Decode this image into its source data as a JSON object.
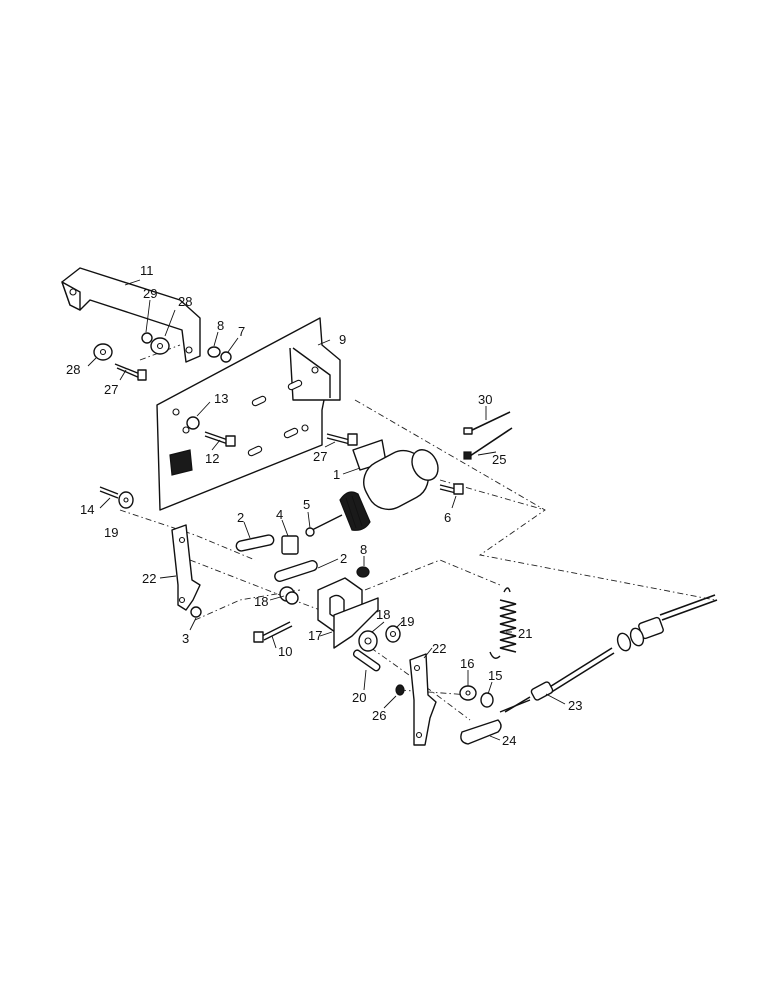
{
  "callouts": [
    {
      "id": "c11",
      "text": "11"
    },
    {
      "id": "c29",
      "text": "29"
    },
    {
      "id": "c28a",
      "text": "28"
    },
    {
      "id": "c28b",
      "text": "28"
    },
    {
      "id": "c27a",
      "text": "27"
    },
    {
      "id": "c8a",
      "text": "8"
    },
    {
      "id": "c7",
      "text": "7"
    },
    {
      "id": "c9",
      "text": "9"
    },
    {
      "id": "c13",
      "text": "13"
    },
    {
      "id": "c12",
      "text": "12"
    },
    {
      "id": "c27b",
      "text": "27"
    },
    {
      "id": "c30",
      "text": "30"
    },
    {
      "id": "c25",
      "text": "25"
    },
    {
      "id": "c1",
      "text": "1"
    },
    {
      "id": "c6",
      "text": "6"
    },
    {
      "id": "c14",
      "text": "14"
    },
    {
      "id": "c19a",
      "text": "19"
    },
    {
      "id": "c2a",
      "text": "2"
    },
    {
      "id": "c4",
      "text": "4"
    },
    {
      "id": "c5",
      "text": "5"
    },
    {
      "id": "c2b",
      "text": "2"
    },
    {
      "id": "c8b",
      "text": "8"
    },
    {
      "id": "c22a",
      "text": "22"
    },
    {
      "id": "c18a",
      "text": "18"
    },
    {
      "id": "c3",
      "text": "3"
    },
    {
      "id": "c10",
      "text": "10"
    },
    {
      "id": "c17",
      "text": "17"
    },
    {
      "id": "c18b",
      "text": "18"
    },
    {
      "id": "c19b",
      "text": "19"
    },
    {
      "id": "c22b",
      "text": "22"
    },
    {
      "id": "c21",
      "text": "21"
    },
    {
      "id": "c16",
      "text": "16"
    },
    {
      "id": "c15",
      "text": "15"
    },
    {
      "id": "c20",
      "text": "20"
    },
    {
      "id": "c26",
      "text": "26"
    },
    {
      "id": "c23",
      "text": "23"
    },
    {
      "id": "c24",
      "text": "24"
    }
  ]
}
